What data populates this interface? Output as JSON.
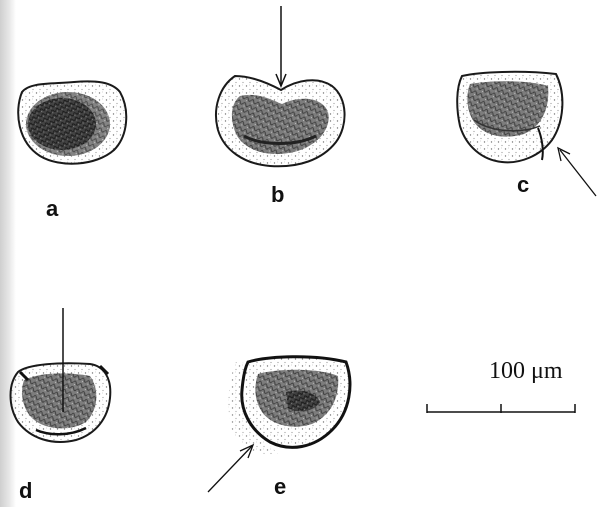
{
  "panels": [
    {
      "id": "a",
      "label": "a"
    },
    {
      "id": "b",
      "label": "b"
    },
    {
      "id": "c",
      "label": "c"
    },
    {
      "id": "d",
      "label": "d"
    },
    {
      "id": "e",
      "label": "e"
    }
  ],
  "scale_bar": {
    "label": "100 μm"
  },
  "colors": {
    "ink": "#1a1a1a",
    "shading": "#555555",
    "stipple": "#8a8a8a"
  }
}
